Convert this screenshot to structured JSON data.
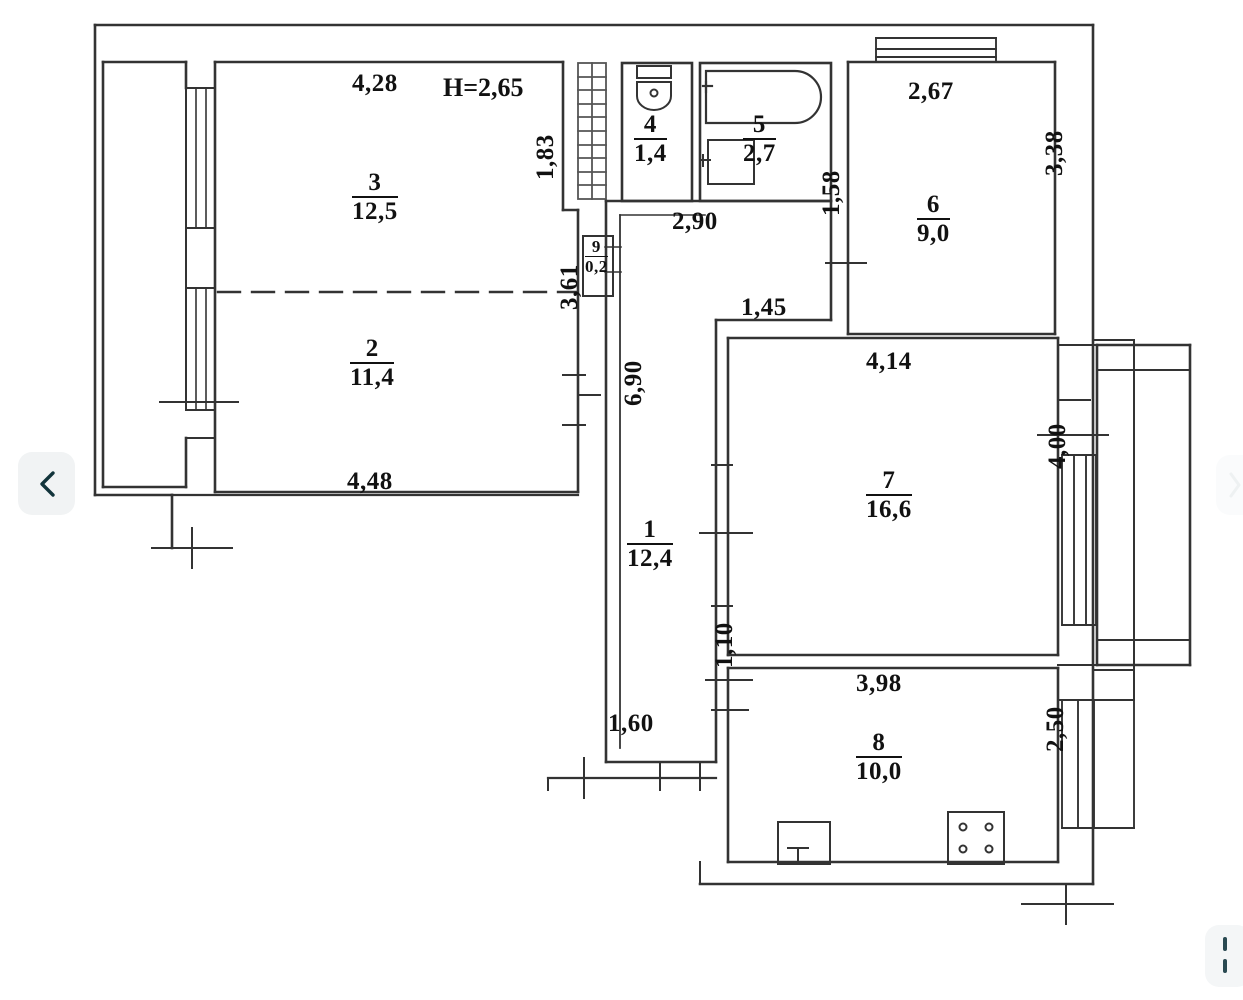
{
  "document": {
    "type": "apartment-floor-plan",
    "ceiling_height_label": "H=2,65"
  },
  "rooms": [
    {
      "id": "1",
      "number": "1",
      "area": "12,4",
      "name": "hallway"
    },
    {
      "id": "2",
      "number": "2",
      "area": "11,4",
      "name": "room-2"
    },
    {
      "id": "3",
      "number": "3",
      "area": "12,5",
      "name": "room-3"
    },
    {
      "id": "4",
      "number": "4",
      "area": "1,4",
      "name": "toilet"
    },
    {
      "id": "5",
      "number": "5",
      "area": "2,7",
      "name": "bathroom"
    },
    {
      "id": "6",
      "number": "6",
      "area": "9,0",
      "name": "room-6"
    },
    {
      "id": "7",
      "number": "7",
      "area": "16,6",
      "name": "room-7"
    },
    {
      "id": "8",
      "number": "8",
      "area": "10,0",
      "name": "kitchen"
    },
    {
      "id": "9",
      "number": "9",
      "area": "0,2",
      "name": "closet"
    }
  ],
  "dimensions": {
    "room3_width": "4,28",
    "room3_right": "1,83",
    "room2_width": "4,48",
    "room2_right": "3,61",
    "bath_block_width": "2,90",
    "room6_width": "2,67",
    "room6_right": "3,38",
    "corridor_1_58": "1,58",
    "corridor_1_45": "1,45",
    "hall_length": "6,90",
    "room7_width": "4,14",
    "room7_right": "4,00",
    "room8_width": "3,98",
    "room8_right": "2,50",
    "door_1_10": "1,10",
    "hall_1_60": "1,60"
  },
  "controls": {
    "prev_icon": "chevron-left-icon",
    "next_icon": "chevron-right-icon",
    "accent_color": "#12343b",
    "button_bg": "#f1f3f4"
  }
}
